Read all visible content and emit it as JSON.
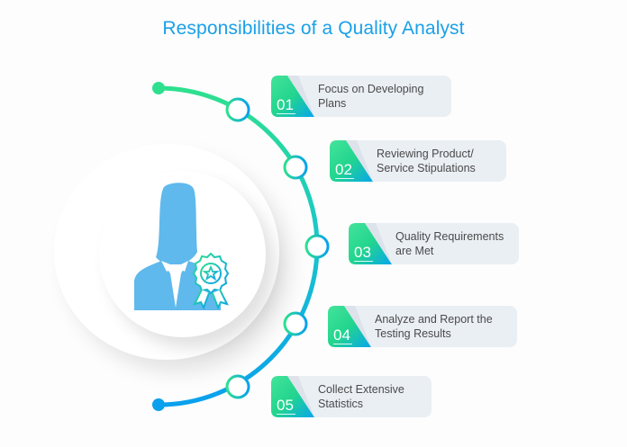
{
  "title": "Responsibilities of a Quality Analyst",
  "colors": {
    "title": "#1aa0e8",
    "arc_start": "#2ee08e",
    "arc_end": "#0aa0ee",
    "badge_green": "#33e38d",
    "badge_blue": "#08a6ec",
    "card_bg": "#eaeff4",
    "person": "#5fb9ec"
  },
  "icons": {
    "person": "female-user-icon",
    "award": "award-ribbon-icon"
  },
  "items": [
    {
      "number": "01",
      "text": "Focus on Developing\nPlans"
    },
    {
      "number": "02",
      "text": "Reviewing Product/\nService Stipulations"
    },
    {
      "number": "03",
      "text": "Quality Requirements\nare Met"
    },
    {
      "number": "04",
      "text": "Analyze and Report the\nTesting Results"
    },
    {
      "number": "05",
      "text": "Collect Extensive\nStatistics"
    }
  ]
}
